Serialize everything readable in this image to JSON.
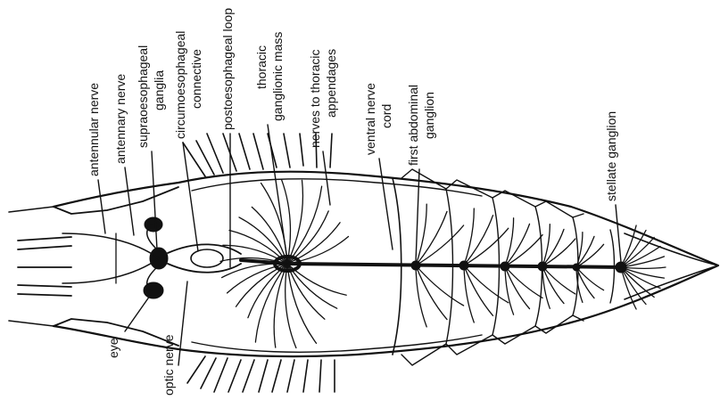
{
  "labels": {
    "antennular_nerve": "antennular nerve",
    "antennary_nerve": "antennary nerve",
    "supraoesophageal_1": "supraoesophageal",
    "supraoesophageal_2": "ganglia",
    "circumoesophageal_1": "circumoesophageal",
    "circumoesophageal_2": "connective",
    "postoesophageal": "postoesophageal loop",
    "thoracic_1": "thoracic",
    "thoracic_2": "ganglionic mass",
    "nerves_thoracic_1": "nerves to thoracic",
    "nerves_thoracic_2": "appendages",
    "ventral_1": "ventral nerve",
    "ventral_2": "cord",
    "first_abdominal_1": "first abdominal",
    "first_abdominal_2": "ganglion",
    "stellate": "stellate ganglion",
    "eye": "eye",
    "optic_nerve": "optic nerve"
  },
  "colors": {
    "ink": "#111111",
    "background": "#ffffff"
  }
}
